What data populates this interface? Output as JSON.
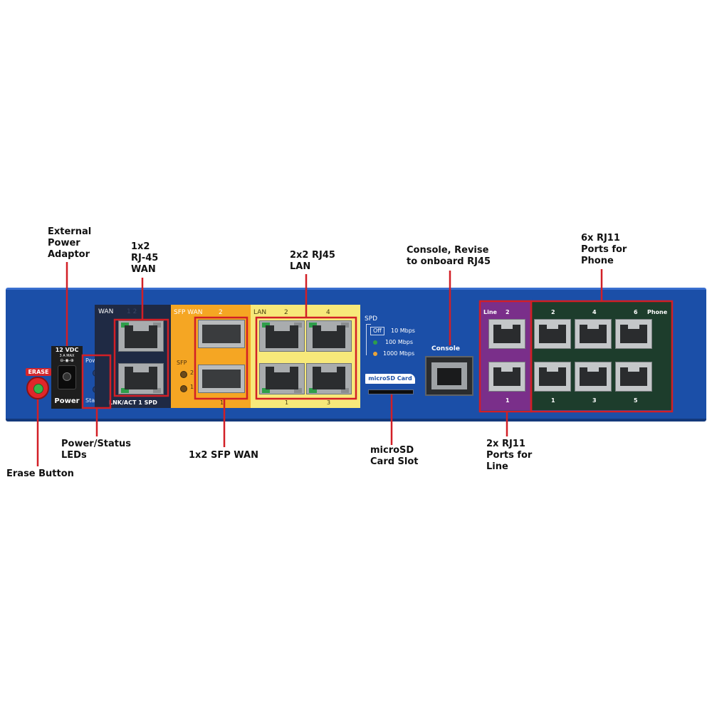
{
  "callouts": {
    "power_adaptor": "External\nPower\nAdaptor",
    "wan_rj45": "1x2\nRJ-45\nWAN",
    "lan_rj45": "2x2 RJ45\nLAN",
    "console": "Console, Revise\nto onboard RJ45",
    "phone_rj11": "6x RJ11\nPorts for\nPhone",
    "leds": "Power/Status\nLEDs",
    "erase": "Erase Button",
    "sfp_wan": "1x2 SFP WAN",
    "microsd": "microSD\nCard Slot",
    "line_rj11": "2x RJ11\nPorts for\nLine"
  },
  "panel": {
    "erase": "ERASE",
    "volt": "12 VDC",
    "amps": "3 A MAX",
    "polarity": "⊖-◉-⊕",
    "power_jack": "Power",
    "led_power": "Power",
    "led_status": "Status",
    "wan_title": "WAN",
    "wan_faint": "1   2",
    "wan_bottom": "LNK/ACT  1    SPD",
    "sfp_title": "SFP WAN",
    "sfp_2": "2",
    "sfp_side": "SFP",
    "sfp_led2": "2",
    "sfp_led1": "1",
    "sfp_bottom": "1",
    "lan_title": "LAN",
    "lan_2": "2",
    "lan_4": "4",
    "lan_1": "1",
    "lan_3": "3",
    "spd": "SPD",
    "off": "Off",
    "speed_10": "10 Mbps",
    "speed_100": "100 Mbps",
    "speed_1000": "1000 Mbps",
    "microsd": "microSD Card",
    "console": "Console",
    "line": "Line",
    "line_2": "2",
    "line_1": "1",
    "phone_2": "2",
    "phone_4": "4",
    "phone_6": "6",
    "phone": "Phone",
    "phone_1": "1",
    "phone_3": "3",
    "phone_5": "5"
  },
  "colors": {
    "chassis": "#1b4fa8",
    "callout_line": "#d21f26",
    "sfp_panel": "#f5a623",
    "lan_panel": "#f7e97a",
    "line_panel": "#7a2f8a",
    "phone_panel": "#1d3d2c",
    "led_green": "#2e9e4a",
    "led_orange": "#e8a33b"
  }
}
